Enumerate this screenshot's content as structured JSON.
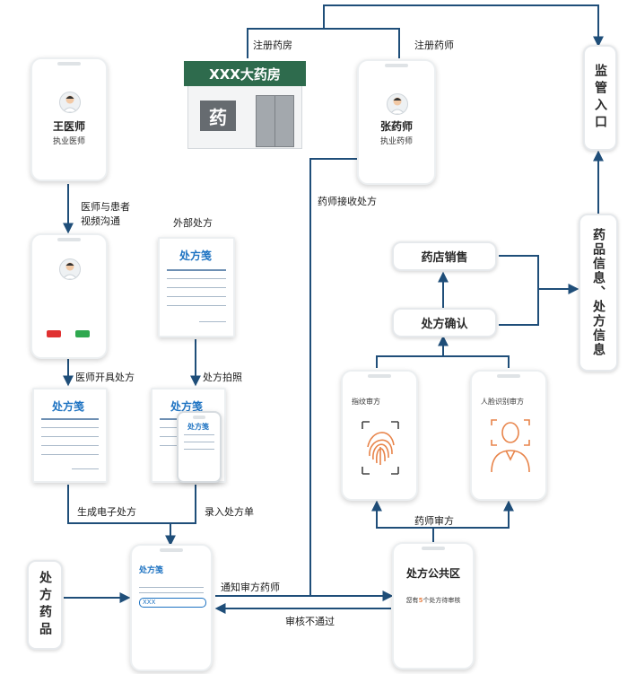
{
  "colors": {
    "line": "#1f4e79",
    "rx_blue": "#1e73c2",
    "store_green": "#2e6b4d",
    "fingerprint": "#e8844a",
    "call_red": "#e03131",
    "call_green": "#2fa84f"
  },
  "doctor": {
    "name": "王医师",
    "title": "执业医师"
  },
  "pharmacist": {
    "name": "张药师",
    "title": "执业药师"
  },
  "store": {
    "sign": "XXX大药房",
    "badge": "药"
  },
  "prescription": {
    "title": "处方笺"
  },
  "form": {
    "field_text": "XXX"
  },
  "labels": {
    "register_store": "注册药房",
    "register_pharmacist": "注册药师",
    "video_call": [
      "医师与患者",
      "视频沟通"
    ],
    "external_rx": "外部处方",
    "doctor_issue": "医师开具处方",
    "rx_photo": "处方拍照",
    "generate_erx": "生成电子处方",
    "enter_rx": "录入处方单",
    "notify_pharmacist": "通知审方药师",
    "review_fail": "审核不通过",
    "pharmacist_receive": "药师接收处方",
    "pharmacist_review": "药师审方"
  },
  "boxes": {
    "regulator": "监管入口",
    "drug_info": "药品信息、处方信息",
    "rx_drug": "处方药品",
    "store_sales": "药店销售",
    "rx_confirm": "处方确认"
  },
  "review": {
    "fingerprint_title": "指纹审方",
    "face_title": "人脸识别审方"
  },
  "public_area": {
    "title": "处方公共区",
    "pending_prefix": "您有",
    "pending_count": "5",
    "pending_suffix": "个处方待审核"
  }
}
